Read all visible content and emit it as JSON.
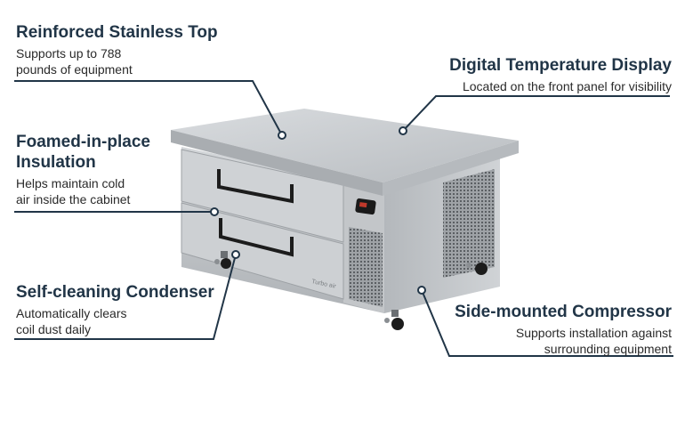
{
  "callouts": [
    {
      "title": "Reinforced Stainless Top",
      "desc1": "Supports up to 788",
      "desc2": "pounds of equipment"
    },
    {
      "title1": "Foamed-in-place",
      "title2": "Insulation",
      "desc1": "Helps maintain cold",
      "desc2": "air inside the cabinet"
    },
    {
      "title": "Self-cleaning Condenser",
      "desc1": "Automatically clears",
      "desc2": "coil dust daily"
    },
    {
      "title": "Digital Temperature Display",
      "desc1": "Located on the front panel for visibility"
    },
    {
      "title": "Side-mounted Compressor",
      "desc1": "Supports installation against",
      "desc2": "surrounding equipment"
    }
  ],
  "product": {
    "brand_mark": "Turbo air"
  },
  "colors": {
    "accent": "#213547",
    "steel": "#c9ccd0",
    "dark": "#1c1c1c"
  }
}
